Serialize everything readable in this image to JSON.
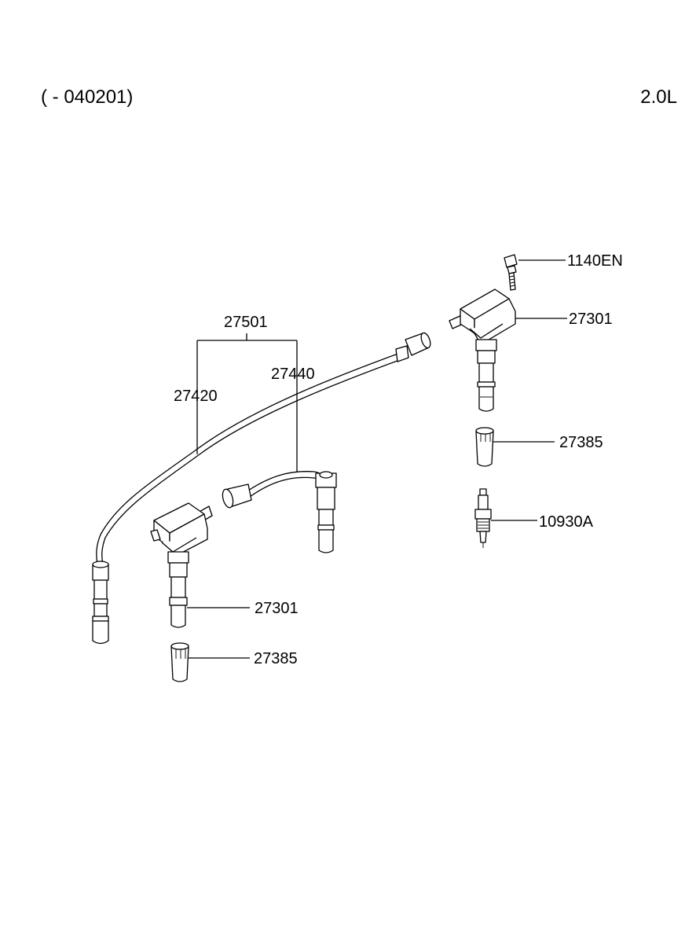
{
  "header": {
    "date_range": "( - 040201)",
    "engine": "2.0L"
  },
  "labels": {
    "bolt": "1140EN",
    "coil_upper": "27301",
    "cable_set": "27501",
    "cable_long": "27440",
    "cable_short": "27420",
    "boot_upper": "27385",
    "spark_plug": "10930A",
    "coil_lower": "27301",
    "boot_lower": "27385"
  }
}
